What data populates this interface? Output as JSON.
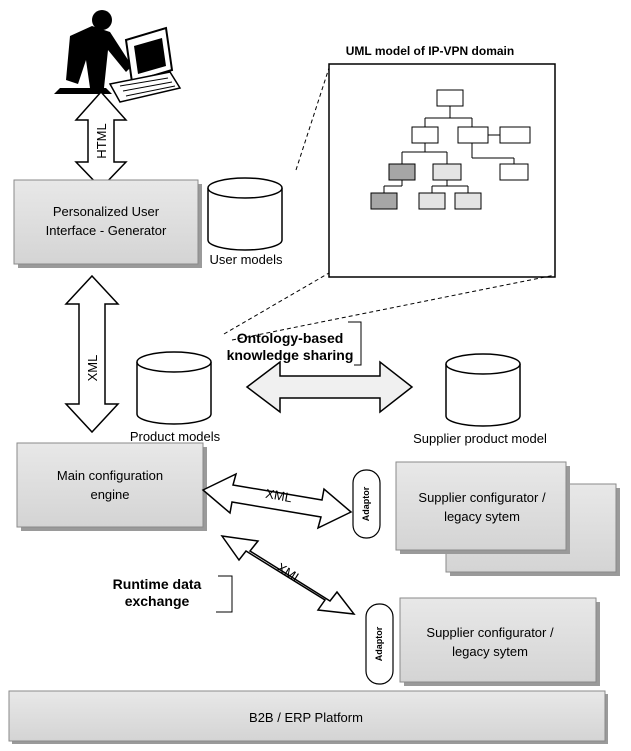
{
  "uml_box": {
    "title": "UML model of IP-VPN domain"
  },
  "ui_generator": {
    "line1": "Personalized User",
    "line2": "Interface - Generator"
  },
  "user_models": {
    "label": "User models"
  },
  "html_arrow": {
    "label": "HTML"
  },
  "xml_vertical": {
    "label": "XML"
  },
  "product_models": {
    "label": "Product models"
  },
  "ontology": {
    "line1": "Ontology-based",
    "line2": "knowledge sharing"
  },
  "supplier_product_model": {
    "label": "Supplier product model"
  },
  "main_engine": {
    "line1": "Main configuration",
    "line2": "engine"
  },
  "xml_upper": {
    "label": "XML"
  },
  "xml_lower": {
    "label": "XML"
  },
  "adaptor_upper": {
    "label": "Adaptor"
  },
  "adaptor_lower": {
    "label": "Adaptor"
  },
  "supplier_upper": {
    "line1": "Supplier configurator /",
    "line2": "legacy sytem"
  },
  "supplier_lower": {
    "line1": "Supplier configurator /",
    "line2": "legacy sytem"
  },
  "runtime": {
    "line1": "Runtime data",
    "line2": "exchange"
  },
  "platform": {
    "label": "B2B / ERP Platform"
  },
  "colors": {
    "box_fill": "#dcdcdc",
    "shadow": "#9a9a9a",
    "node_dark": "#a6a6a6",
    "node_light": "#e4e4e4"
  },
  "icons": {
    "user": "user-at-laptop-icon"
  }
}
